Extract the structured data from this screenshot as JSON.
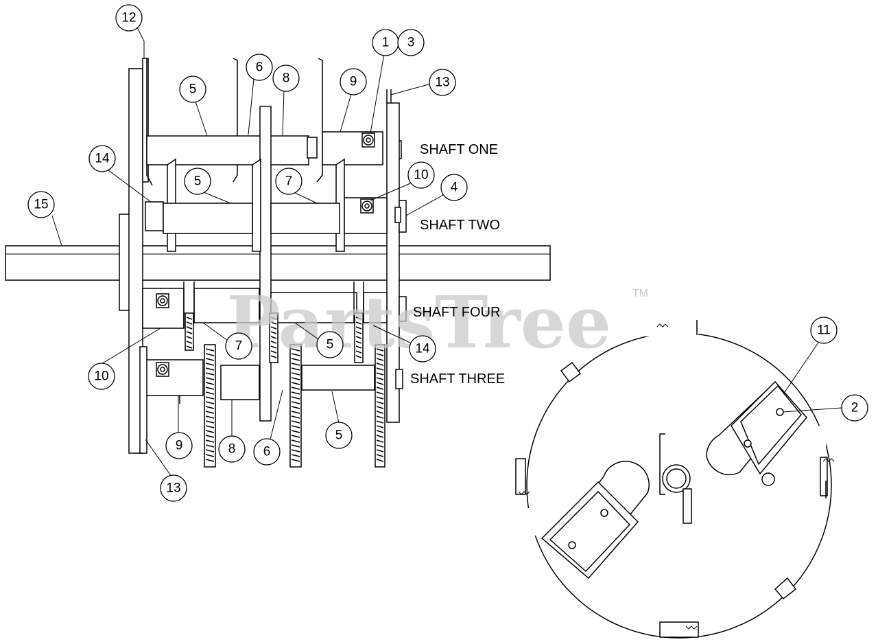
{
  "watermark": {
    "text": "PartsTree",
    "trademark": "TM"
  },
  "shaft_labels": [
    "SHAFT ONE",
    "SHAFT TWO",
    "SHAFT FOUR",
    "SHAFT THREE"
  ],
  "callouts": [
    "12",
    "1",
    "3",
    "13",
    "6",
    "8",
    "5",
    "9",
    "14",
    "5",
    "7",
    "10",
    "4",
    "15",
    "10",
    "7",
    "5",
    "14",
    "9",
    "8",
    "6",
    "5",
    "13",
    "11",
    "2"
  ],
  "colors": {
    "line": "#000000",
    "watermark": "#c9c9c9",
    "background": "#ffffff"
  }
}
